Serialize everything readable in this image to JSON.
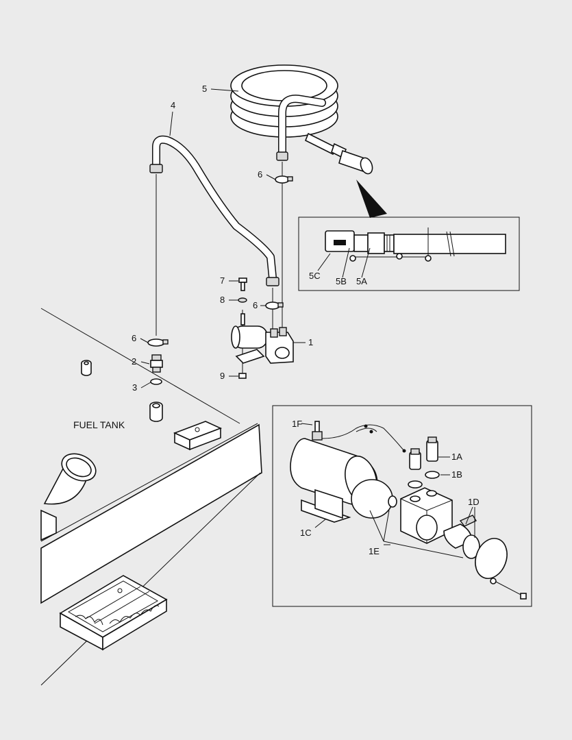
{
  "diagram": {
    "labels": {
      "l1": "1",
      "l2": "2",
      "l3": "3",
      "l4": "4",
      "l5": "5",
      "l6a": "6",
      "l6b": "6",
      "l6c": "6",
      "l7": "7",
      "l8": "8",
      "l9": "9",
      "l5a": "5A",
      "l5b": "5B",
      "l5c": "5C",
      "l1a": "1A",
      "l1b": "1B",
      "l1c": "1C",
      "l1d": "1D",
      "l1e": "1E",
      "l1f": "1F",
      "fuel_tank": "FUEL TANK"
    }
  }
}
